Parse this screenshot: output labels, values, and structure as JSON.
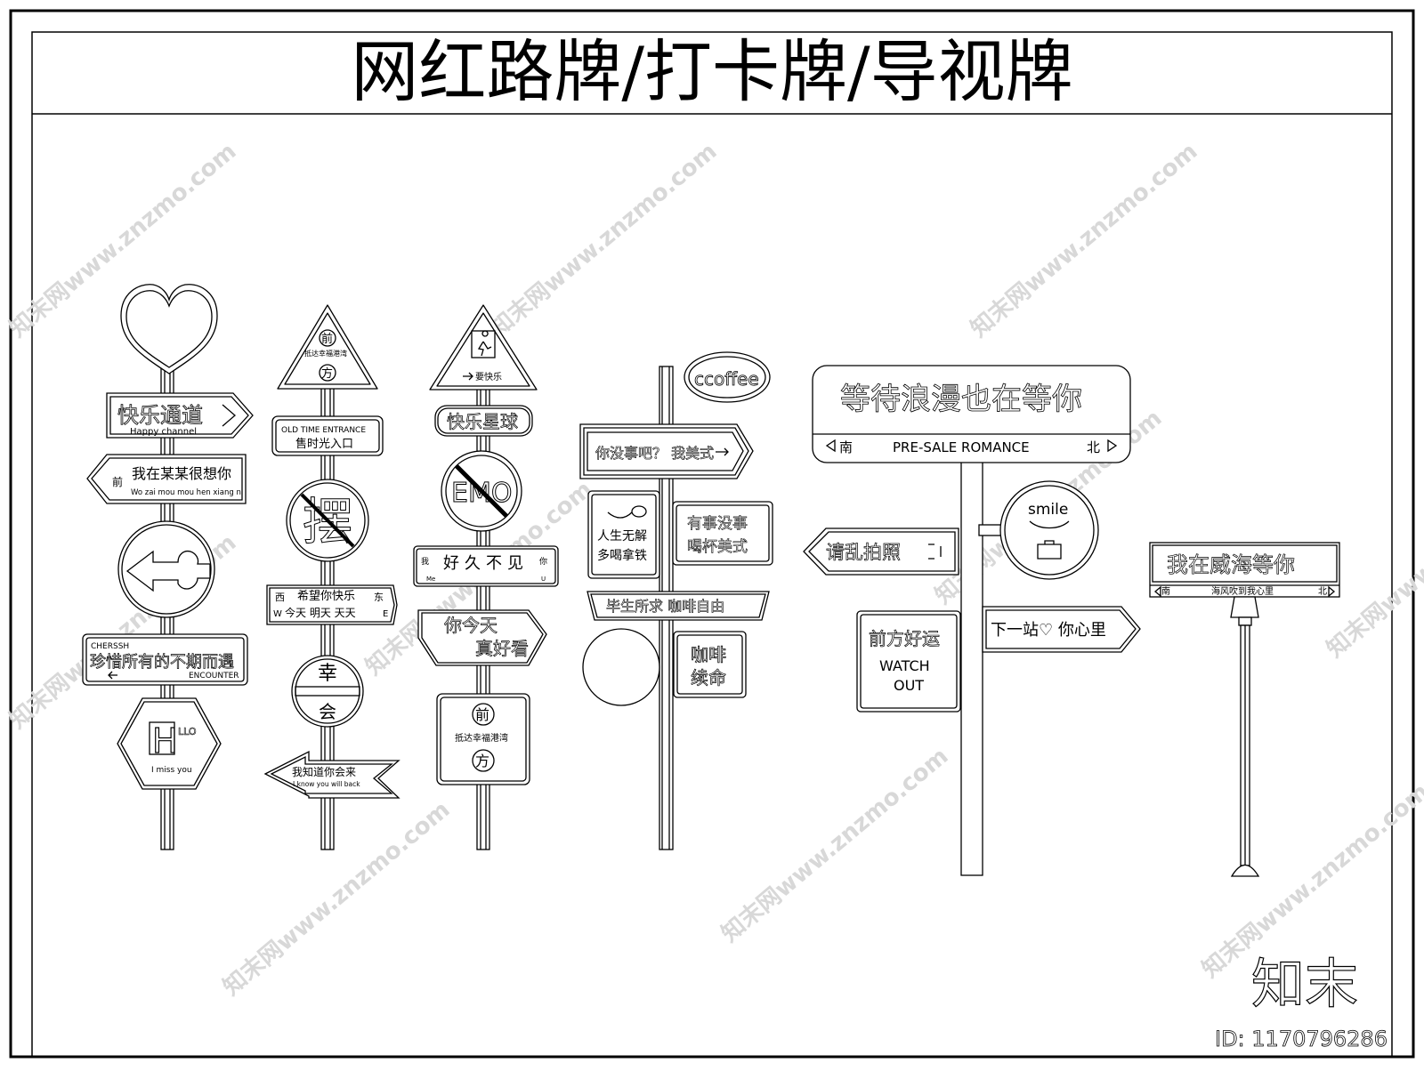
{
  "title": "网红路牌/打卡牌/导视牌",
  "brand": {
    "logo_text": "知末",
    "id_text": "ID: 1170796286",
    "watermark_text": "知末网www.znzmo.com"
  },
  "post1": {
    "happy_cn": "快乐通道",
    "happy_en": "Happy channel",
    "miss_front": "前",
    "miss_cn": "我在某某很想你",
    "miss_en": "Wo zai mou mou hen xiang ni",
    "cherish_head": "CHERSSH",
    "cherish_cn": "珍惜所有的不期而遇",
    "cherish_tail": "ENCOUNTER",
    "hex_big": "H",
    "hex_small": "LLO",
    "hex_sub": "I miss you"
  },
  "post2": {
    "tri_top": "前",
    "tri_mid": "抵达幸福港湾",
    "tri_bottom": "方",
    "old_en": "OLD TIME ENTRANCE",
    "old_cn": "售时光入口",
    "circle_char": "摆",
    "wish_west": "西",
    "wish_cn": "希望你快乐",
    "wish_east": "东",
    "wish_w": "W",
    "wish_days": "今天  明天  天天",
    "wish_e": "E",
    "luck_top": "幸",
    "luck_bottom": "会",
    "arrow_cn": "我知道你会来",
    "arrow_en": "I know you will back"
  },
  "post3": {
    "tri_text": "要快乐",
    "star_cn": "快乐星球",
    "emo": "EMO",
    "long_cn": "好久不见",
    "long_left": "我",
    "long_right": "你",
    "long_me": "Me",
    "long_u": "U",
    "para_1": "你今天",
    "para_2": "真好看",
    "sq_top": "前",
    "sq_mid": "抵达幸福港湾",
    "sq_bottom": "方"
  },
  "post4": {
    "coffee": "ccoffee",
    "arrow_cn": "你没事吧？  我美式",
    "box1_1": "人生无解",
    "box1_2": "多喝拿铁",
    "box2_1": "有事没事",
    "box2_2": "喝杯美式",
    "band": "毕生所求  咖啡自由",
    "box3_1": "咖啡",
    "box3_2": "续命"
  },
  "post5": {
    "top_cn": "等待浪漫也在等你",
    "south": "南",
    "mid_en": "PRE-SALE ROMANCE",
    "north": "北",
    "smile": "smile",
    "photo_cn": "请乱拍照",
    "lucky_cn": "前方好运",
    "watch_1": "WATCH",
    "watch_2": "OUT",
    "next_cn": "下一站♡ 你心里"
  },
  "post6": {
    "top_cn": "我在威海等你",
    "south": "南",
    "mid_cn": "海风吹到我心里",
    "north": "北"
  }
}
